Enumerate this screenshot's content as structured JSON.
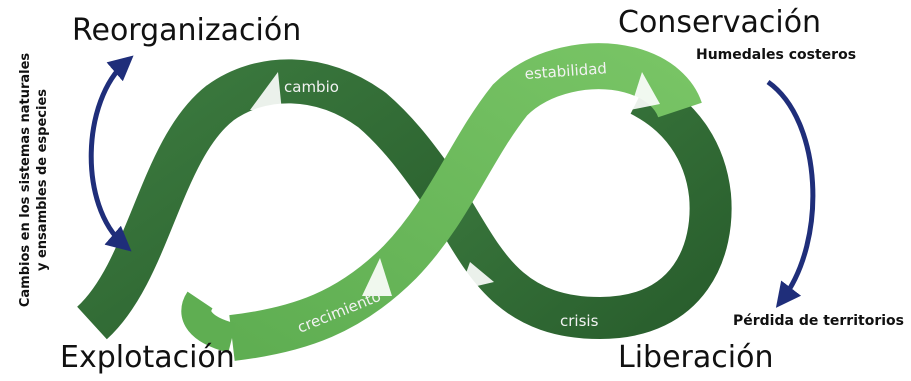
{
  "phases": {
    "reorganizacion": "Reorganización",
    "conservacion": "Conservación",
    "explotacion": "Explotación",
    "liberacion": "Liberación"
  },
  "loop_labels": {
    "cambio": "cambio",
    "estabilidad": "estabilidad",
    "crecimiento": "crecimiento",
    "crisis": "crisis"
  },
  "right_notes": {
    "top": "Humedales costeros",
    "bottom": "Pérdida de territorios"
  },
  "left_note": {
    "line1": "Cambios en los sistemas naturales",
    "line2": "y ensambles de especies"
  },
  "colors": {
    "dark_green": "#2f6b34",
    "light_green": "#6cb95b",
    "arrow_blue": "#1f2e7a"
  }
}
